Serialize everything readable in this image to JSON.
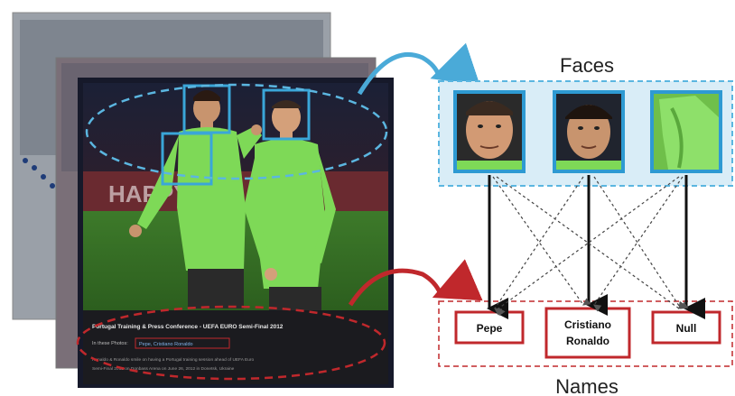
{
  "faces_panel": {
    "title": "Faces"
  },
  "names_panel": {
    "title": "Names",
    "names": [
      "Pepe",
      "Cristiano",
      "Ronaldo",
      "Null"
    ]
  },
  "photo": {
    "caption_title": "Portugal Training & Press Conference - UEFA EURO Semi-Final 2012",
    "caption_people_label": "In these Photos:",
    "caption_people_value": "Pepe, Cristiano Ronaldo",
    "caption_body_line1": "Ronaldo & Ronaldo smile on having a Portugal training session ahead of UEFA Euro",
    "caption_body_line2": "Semi-Final 2012 on Donbass Arena on June 26, 2012 in Donetsk, Ukraine"
  },
  "colors": {
    "face_box": "#3aa6d8",
    "faces_panel_border": "#5bb6e0",
    "names_border": "#c0282c",
    "caption_ellipse": "#c0282c",
    "jersey": "#7ed957",
    "photo_bg_dark": "#1a1d2a"
  }
}
